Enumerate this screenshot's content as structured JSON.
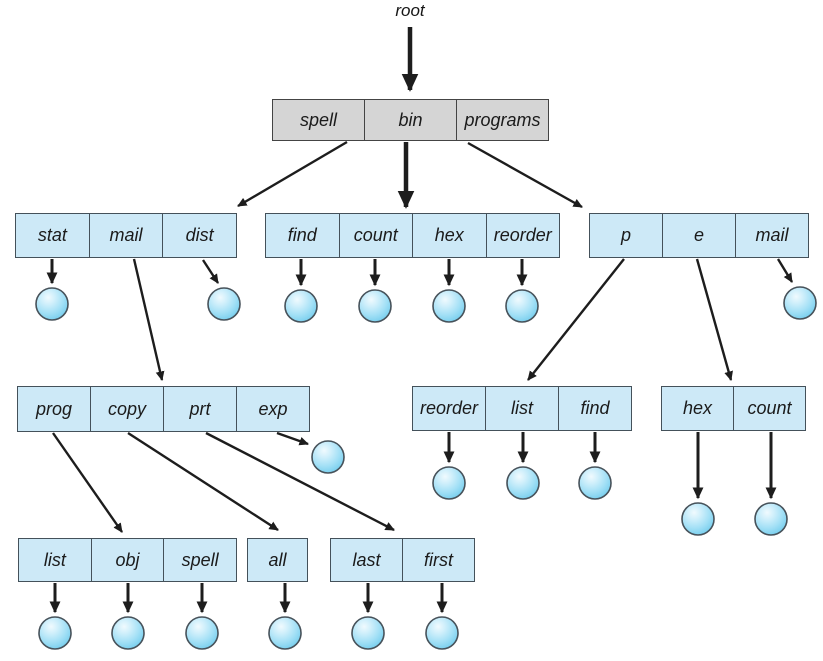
{
  "figure": {
    "root_label": "root"
  },
  "nodes": {
    "l1": {
      "cells": [
        "spell",
        "bin",
        "programs"
      ]
    },
    "l2_left": {
      "cells": [
        "stat",
        "mail",
        "dist"
      ]
    },
    "l2_mid": {
      "cells": [
        "find",
        "count",
        "hex",
        "reorder"
      ]
    },
    "l2_right": {
      "cells": [
        "p",
        "e",
        "mail"
      ]
    },
    "l3_left": {
      "cells": [
        "prog",
        "copy",
        "prt",
        "exp"
      ]
    },
    "l3_mid": {
      "cells": [
        "reorder",
        "list",
        "find"
      ]
    },
    "l3_right": {
      "cells": [
        "hex",
        "count"
      ]
    },
    "l4_a": {
      "cells": [
        "list",
        "obj",
        "spell"
      ]
    },
    "l4_b": {
      "cells": [
        "all"
      ]
    },
    "l4_c": {
      "cells": [
        "last",
        "first"
      ]
    }
  },
  "hierarchy": {
    "root": {
      "spell": {
        "stat": "file",
        "mail": {
          "prog": {
            "list": "file",
            "obj": "file",
            "spell": "file"
          },
          "copy": {
            "all": "file"
          },
          "prt": {
            "last": "file",
            "first": "file"
          },
          "exp": "file"
        },
        "dist": "file"
      },
      "bin": {
        "find": "file",
        "count": "file",
        "hex": "file",
        "reorder": "file"
      },
      "programs": {
        "p": {
          "reorder": "file",
          "list": "file",
          "find": "file"
        },
        "e": {
          "hex": "file",
          "count": "file"
        },
        "mail": "file"
      }
    }
  },
  "colors": {
    "directory_fill_gray": "#d5d5d5",
    "directory_fill_blue": "#cde9f7",
    "file_fill_light": "#eef9fe",
    "file_fill_dark": "#72ccec",
    "box_border": "#44515a",
    "arrow": "#1d1d1d"
  }
}
